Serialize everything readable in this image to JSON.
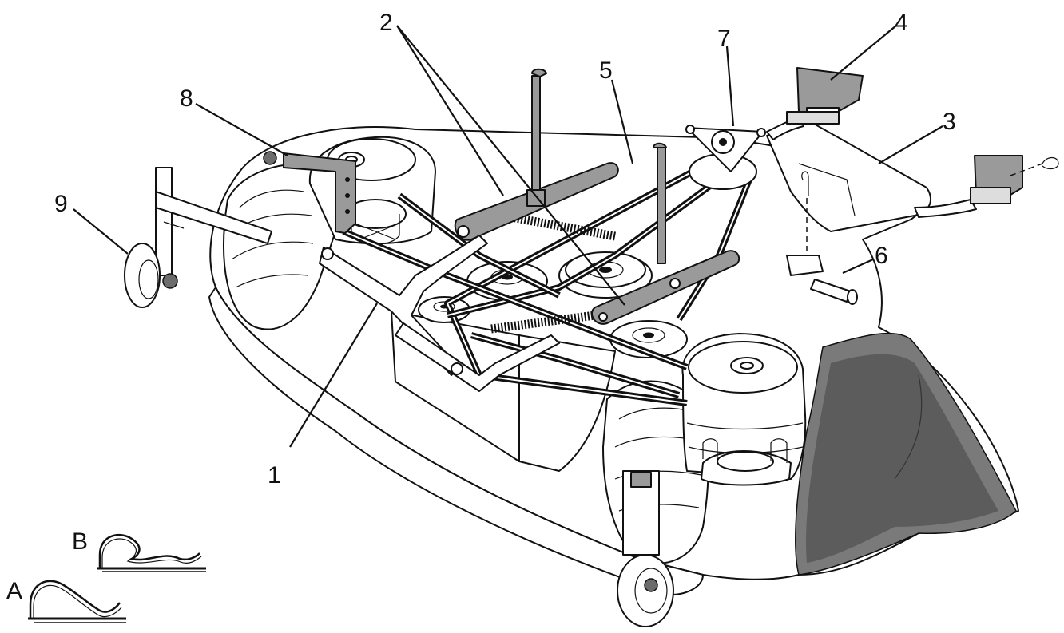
{
  "callouts": [
    {
      "id": "1",
      "text": "1"
    },
    {
      "id": "2",
      "text": "2"
    },
    {
      "id": "3",
      "text": "3"
    },
    {
      "id": "4",
      "text": "4"
    },
    {
      "id": "5",
      "text": "5"
    },
    {
      "id": "6",
      "text": "6"
    },
    {
      "id": "7",
      "text": "7"
    },
    {
      "id": "8",
      "text": "8"
    },
    {
      "id": "9",
      "text": "9"
    }
  ],
  "pins": [
    {
      "id": "A",
      "text": "A"
    },
    {
      "id": "B",
      "text": "B"
    }
  ]
}
